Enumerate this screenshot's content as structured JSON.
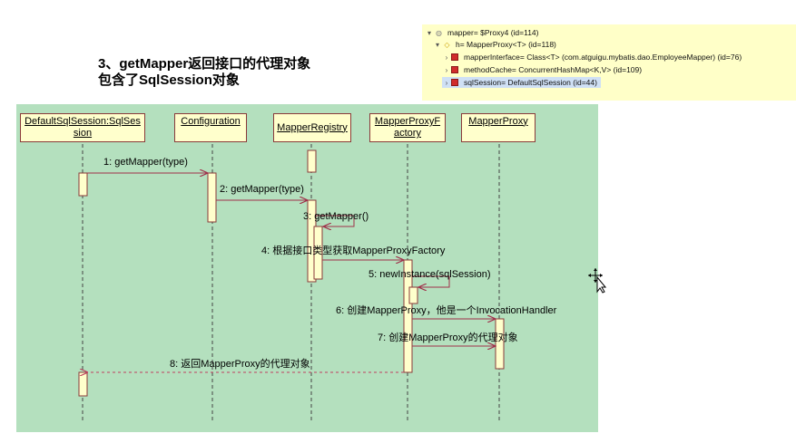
{
  "title": {
    "line1": "3、getMapper返回接口的代理对象",
    "line2": "包含了SqlSession对象"
  },
  "debug_tree": [
    {
      "expander": "▾",
      "icon": "circle-icon",
      "text": "mapper= $Proxy4  (id=114)",
      "selected": false
    },
    {
      "expander": "▾",
      "icon": "diamond-icon",
      "text": "h= MapperProxy<T>  (id=118)",
      "selected": false
    },
    {
      "expander": "›",
      "icon": "field-icon",
      "text": "mapperInterface= Class<T> (com.atguigu.mybatis.dao.EmployeeMapper) (id=76)",
      "selected": false
    },
    {
      "expander": "›",
      "icon": "field-icon",
      "text": "methodCache= ConcurrentHashMap<K,V>  (id=109)",
      "selected": false
    },
    {
      "expander": "›",
      "icon": "field-icon",
      "text": "sqlSession= DefaultSqlSession  (id=44)",
      "selected": true
    }
  ],
  "lifelines": [
    {
      "line1": "DefaultSqlSession:SqlSes",
      "line2": "sion"
    },
    {
      "line1": "Configuration",
      "line2": ""
    },
    {
      "line1": "MapperRegistry",
      "line2": ""
    },
    {
      "line1": "MapperProxyF",
      "line2": "actory"
    },
    {
      "line1": "MapperProxy",
      "line2": ""
    }
  ],
  "messages": [
    "1: getMapper(type)",
    "2: getMapper(type)",
    "3: getMapper()",
    "4: 根据接口类型获取MapperProxyFactory",
    "5: newInstance(sqlSession)",
    "6: 创建MapperProxy，他是一个InvocationHandler",
    "7: 创建MapperProxy的代理对象",
    "8: 返回MapperProxy的代理对象"
  ],
  "colors": {
    "diagram_bg": "#b4e0be",
    "box_fill": "#ffffcc",
    "box_border": "#8a3a3a",
    "arrow": "#a0304a",
    "return_arrow": "#c04060",
    "tree_bg": "#ffffc8",
    "tree_selected": "#cfe0f5"
  }
}
